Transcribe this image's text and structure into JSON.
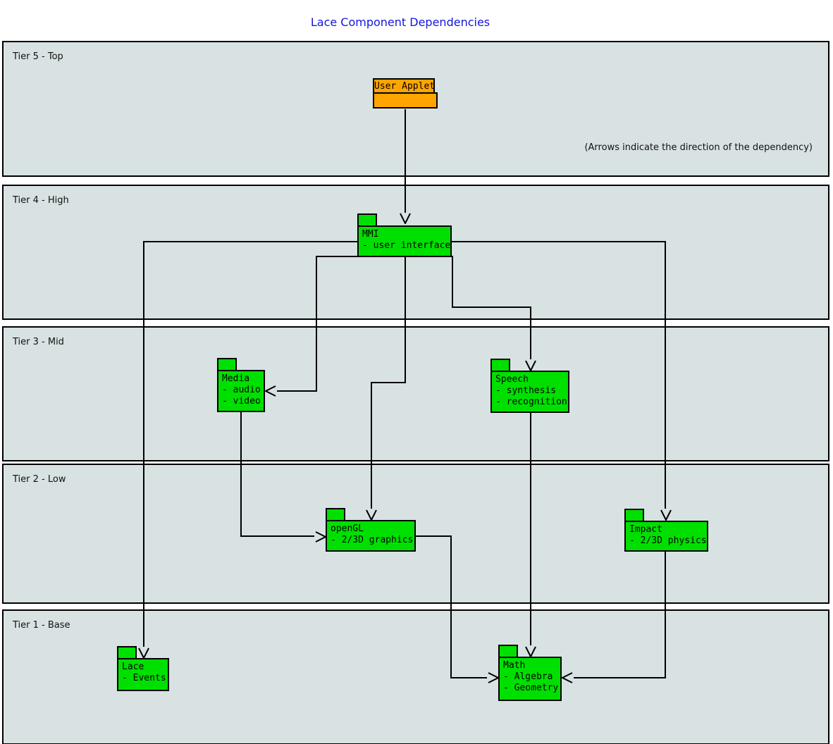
{
  "title": "Lace Component Dependencies",
  "annotation": "(Arrows indicate the direction of the dependency)",
  "tiers": [
    {
      "label": "Tier 5 - Top"
    },
    {
      "label": "Tier 4 - High"
    },
    {
      "label": "Tier 3 - Mid"
    },
    {
      "label": "Tier 2 - Low"
    },
    {
      "label": "Tier 1 - Base"
    }
  ],
  "components": {
    "user_applet": {
      "title": "User Applet",
      "lines": []
    },
    "mmi": {
      "title": "MMI",
      "lines": [
        "- user interface"
      ]
    },
    "media": {
      "title": "Media",
      "lines": [
        "- audio",
        "- video"
      ]
    },
    "speech": {
      "title": "Speech",
      "lines": [
        "- synthesis",
        "- recognition"
      ]
    },
    "opengl": {
      "title": "openGL",
      "lines": [
        "- 2/3D graphics"
      ]
    },
    "impact": {
      "title": "Impact",
      "lines": [
        "- 2/3D physics"
      ]
    },
    "lace": {
      "title": "Lace",
      "lines": [
        "- Events"
      ]
    },
    "math": {
      "title": "Math",
      "lines": [
        "- Algebra",
        "- Geometry"
      ]
    }
  },
  "edges": [
    {
      "from": "User Applet",
      "to": "MMI"
    },
    {
      "from": "MMI",
      "to": "Media"
    },
    {
      "from": "MMI",
      "to": "Speech"
    },
    {
      "from": "MMI",
      "to": "openGL"
    },
    {
      "from": "MMI",
      "to": "Impact"
    },
    {
      "from": "MMI",
      "to": "Lace"
    },
    {
      "from": "Media",
      "to": "openGL"
    },
    {
      "from": "openGL",
      "to": "Math"
    },
    {
      "from": "Speech",
      "to": "Math"
    },
    {
      "from": "Impact",
      "to": "Math"
    }
  ],
  "colors": {
    "component_green": "#00e000",
    "component_orange": "#ffa500",
    "tier_fill": "#d8e2e2",
    "line": "#000000",
    "title_blue": "#1515dd"
  }
}
